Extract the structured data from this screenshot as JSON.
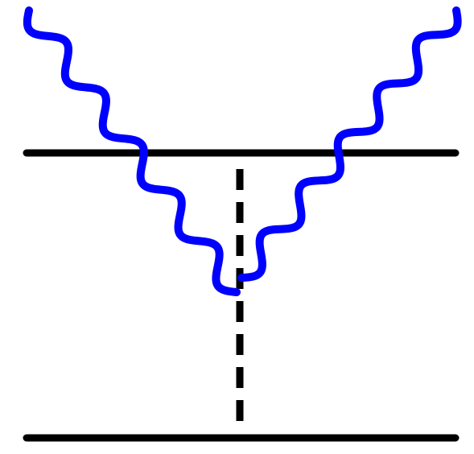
{
  "diagram": {
    "colors": {
      "background": "#ffffff",
      "line": "#000000",
      "wave": "#0000ff"
    },
    "elements": [
      {
        "name": "upper-horizontal-line",
        "style": "solid"
      },
      {
        "name": "lower-horizontal-line",
        "style": "solid"
      },
      {
        "name": "vertical-dashed-line",
        "style": "dashed"
      },
      {
        "name": "left-wavy-line",
        "style": "wavy"
      },
      {
        "name": "right-wavy-line",
        "style": "wavy"
      }
    ]
  }
}
